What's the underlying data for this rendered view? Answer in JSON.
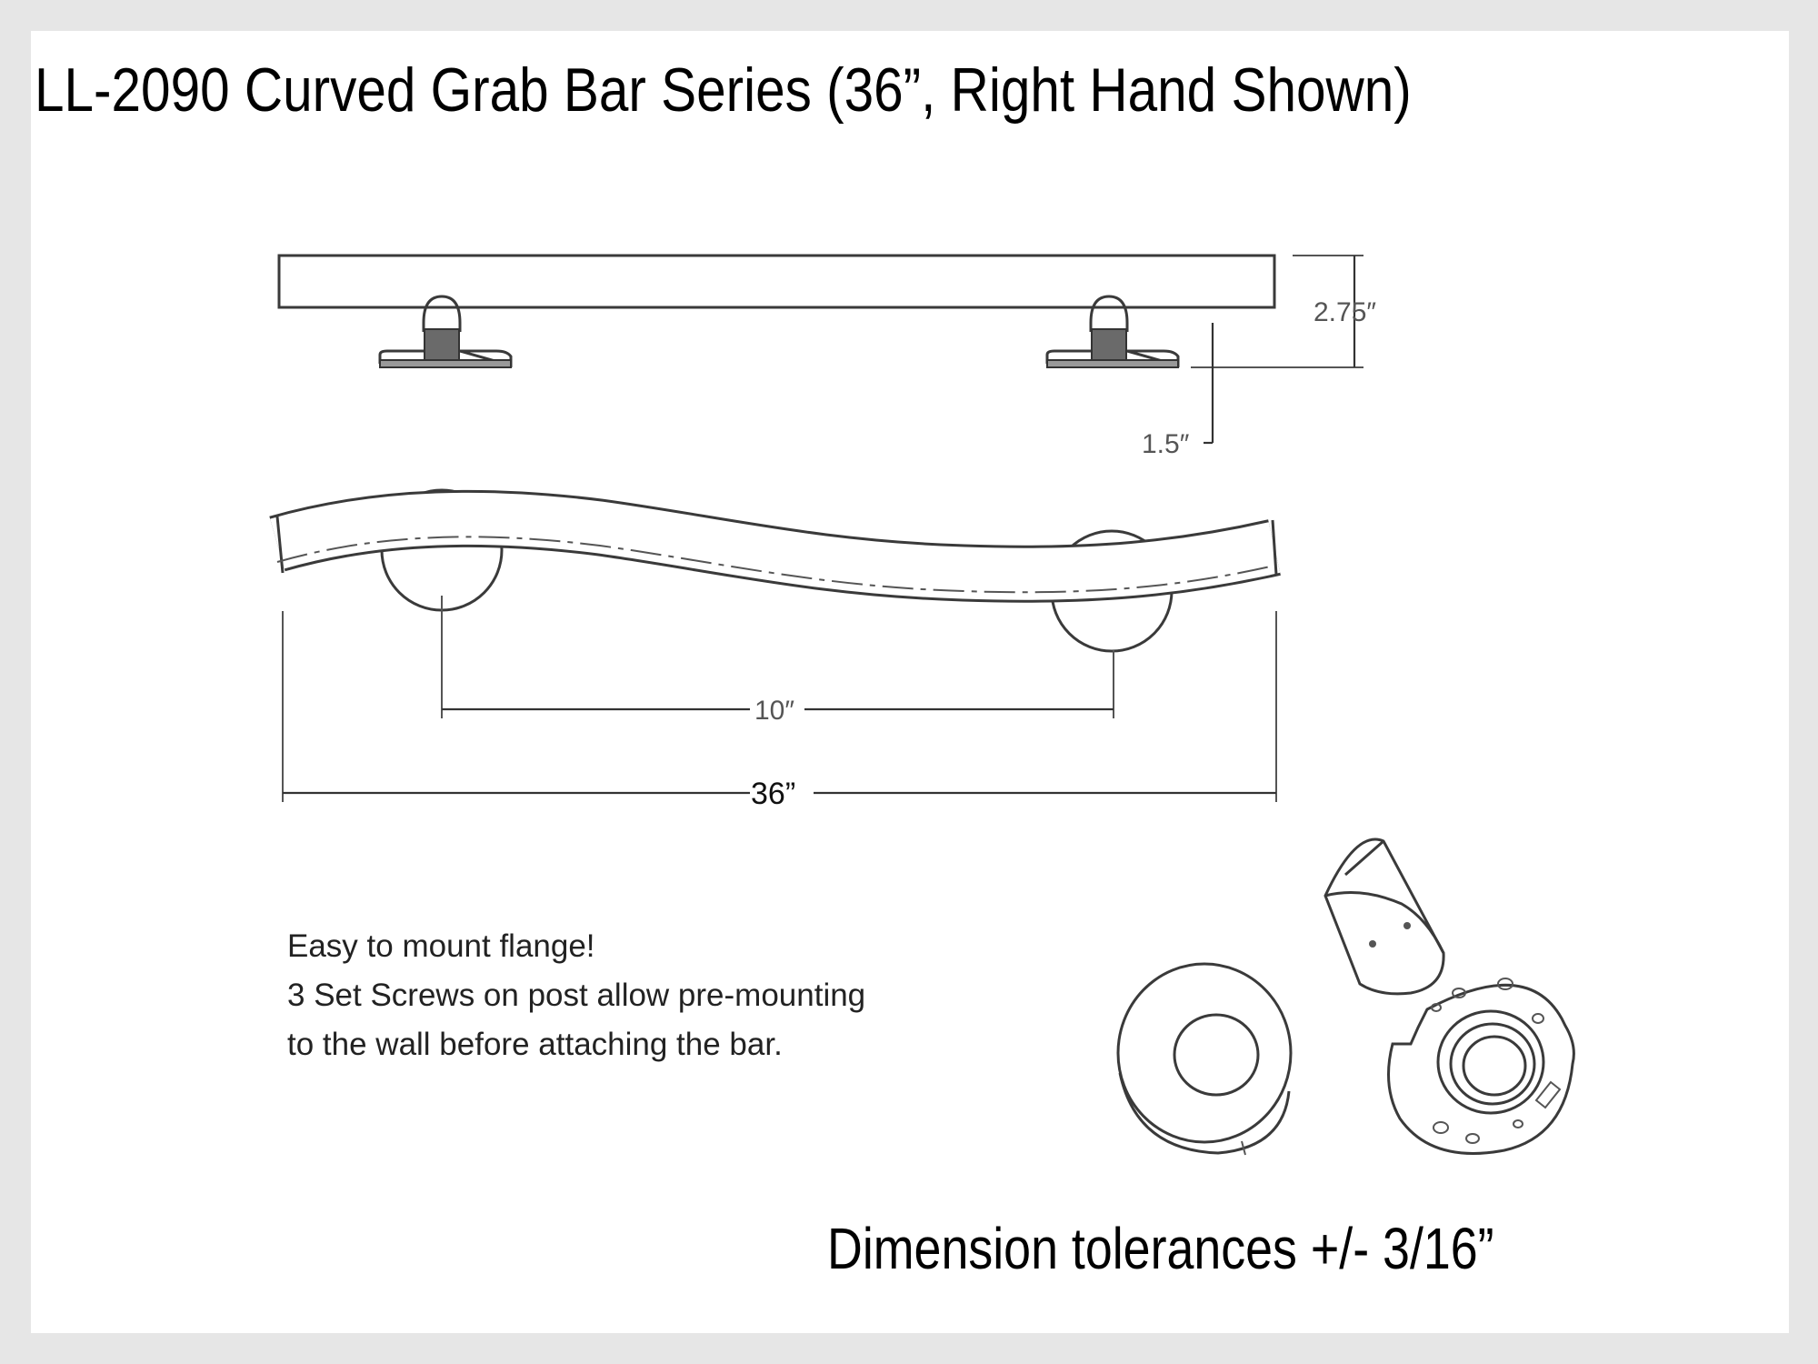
{
  "title": "LL-2090  Curved Grab Bar Series (36”, Right Hand Shown)",
  "dimensions": {
    "height_total": "2.75″",
    "flange_depth": "1.5″",
    "post_spacing": "10″",
    "overall_length": "36”"
  },
  "note": {
    "line1": "Easy to mount flange!",
    "line2": "3 Set Screws on post allow pre-mounting",
    "line3": "to the wall before attaching the bar."
  },
  "tolerance": "Dimension tolerances +/- 3/16”"
}
